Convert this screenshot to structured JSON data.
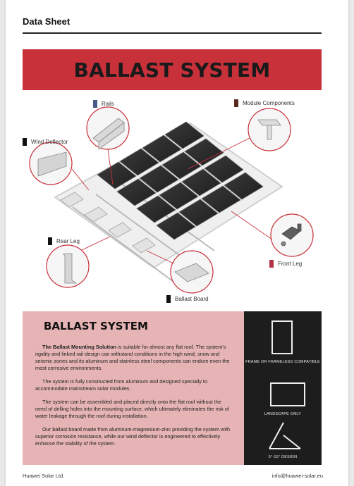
{
  "header": {
    "title": "Data Sheet"
  },
  "banner": {
    "title": "BALLAST SYSTEM"
  },
  "diagram": {
    "labels": {
      "rails": "Rails",
      "module_components": "Module Components",
      "wind_deflector": "Wind Deflector",
      "rear_leg": "Rear Leg",
      "front_leg": "Front Leg",
      "ballast_board": "Ballast Board"
    },
    "colors": {
      "rails": "#4a5a86",
      "module_components": "#5a2a22",
      "wind_deflector": "#111111",
      "rear_leg": "#111111",
      "front_leg": "#b03446",
      "ballast_board": "#111111",
      "callout_line": "#c8303a"
    }
  },
  "info": {
    "title": "BALLAST SYSTEM",
    "p1_bold": "The Ballast Mounting Solution",
    "p1_rest": " is suitable for almost any flat roof. The system's rigidity and linked rail design can withstand conditions in the high wind, snow and seismic zones and its aluminum and stainless steel components can endure even the most corrosive environments.",
    "p2": "The system is fully constructed from aluminum and designed specially to accommodate mainstream solar modules.",
    "p3": "The system can be assembled and placed directly onto the flat roof without the need of drilling holes into the mounting surface, which ultimately eliminates the risk of water leakage through the roof during installation.",
    "p4": "Our ballast board made from aluminum-magnesium-zinc providing the system with superior corrosion resistance, while our wind deflector is engineered to effectively enhance the stability of the system."
  },
  "features": {
    "frame": "FRAME OR FRAMELESS COMPATIBLE",
    "landscape": "LANDSCAPE ONLY",
    "tilt": "5°-15° DESIGN"
  },
  "footer": {
    "company": "Huawei Solar Ltd.",
    "email": "info@huawei-solar.eu"
  }
}
